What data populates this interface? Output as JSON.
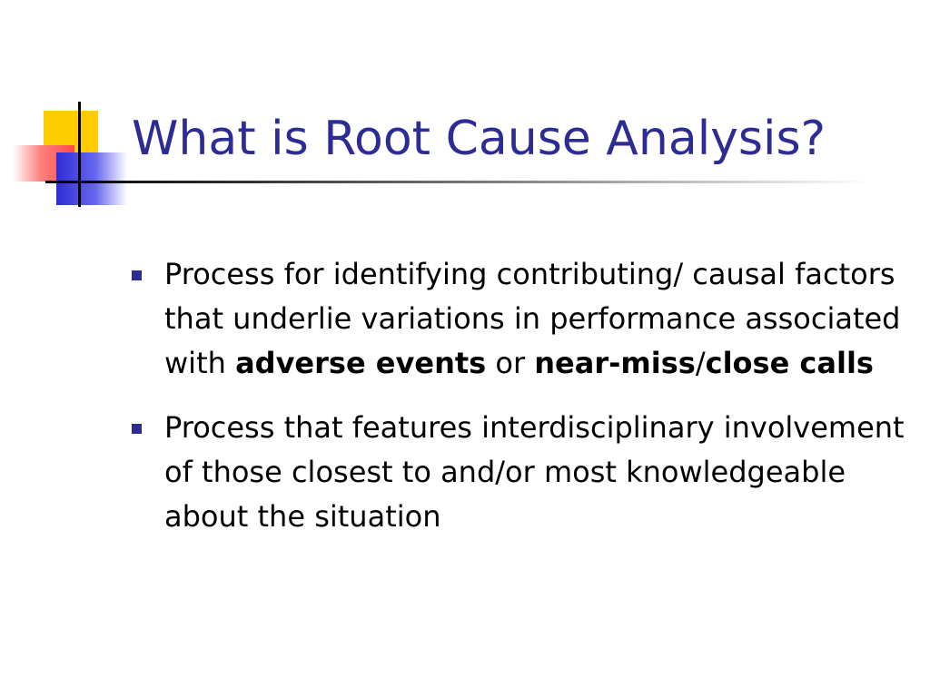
{
  "slide": {
    "title": "What is Root Cause Analysis?",
    "bullets": [
      {
        "segments": [
          {
            "text": "Process for identifying contributing/ causal factors that underlie variations in performance associated with ",
            "bold": false
          },
          {
            "text": "adverse events",
            "bold": true
          },
          {
            "text": " or ",
            "bold": false
          },
          {
            "text": "near-miss",
            "bold": true
          },
          {
            "text": "/",
            "bold": false
          },
          {
            "text": "close calls",
            "bold": true
          }
        ]
      },
      {
        "segments": [
          {
            "text": "Process that features interdisciplinary involvement of those closest to and/or most knowledgeable about the situation",
            "bold": false
          }
        ]
      }
    ]
  },
  "colors": {
    "title": "#2c2c94",
    "bullet_marker": "#2c2c94",
    "body_text": "#000000",
    "accent_yellow": "#ffcc00",
    "accent_red": "#ff4a4a",
    "accent_blue": "#2d2dd6"
  }
}
